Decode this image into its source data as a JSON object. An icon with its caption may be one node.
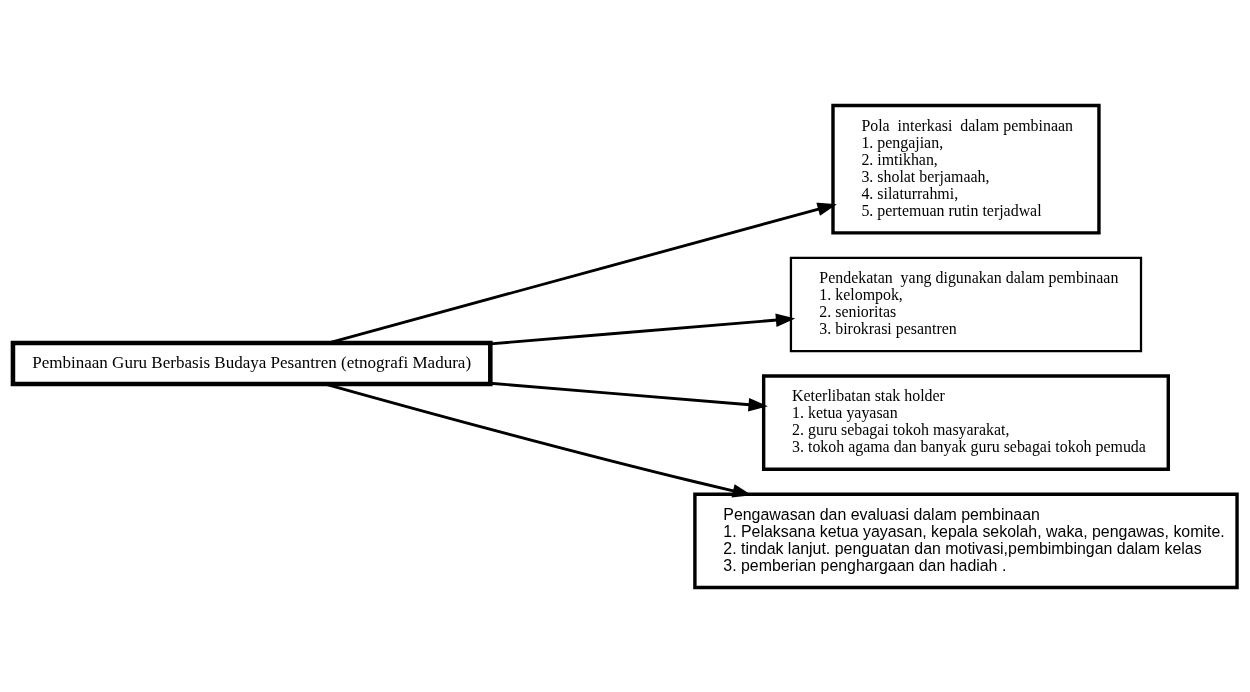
{
  "diagram": {
    "nodes": [
      {
        "text": [
          "Pembinaan Guru Berbasis Budaya Pesantren (etnografi Madura)"
        ]
      },
      {
        "text": [
          "Pola  interkasi  dalam pembinaan",
          "1. pengajian,",
          "2. imtikhan,",
          "3. sholat berjamaah,",
          "4. silaturrahmi,",
          "5. pertemuan rutin terjadwal"
        ]
      },
      {
        "text": [
          "Pendekatan  yang digunakan dalam pembinaan",
          "1. kelompok,",
          "2. senioritas",
          "3. birokrasi pesantren"
        ]
      },
      {
        "text": [
          "Keterlibatan stak holder",
          "1. ketua yayasan",
          "2. guru sebagai tokoh masyarakat,",
          "3. tokoh agama dan banyak guru sebagai tokoh pemuda"
        ]
      },
      {
        "text": [
          "Pengawasan dan evaluasi dalam pembinaan",
          "1. Pelaksana ketua yayasan, kepala sekolah, waka, pengawas, komite.",
          "2. tindak lanjut. penguatan dan motivasi,pembimbingan dalam kelas",
          "3. pemberian penghargaan dan hadiah ."
        ]
      }
    ],
    "edges": [
      {
        "from": 0,
        "to": 1,
        "arrow": "to"
      },
      {
        "from": 0,
        "to": 2,
        "arrow": "to"
      },
      {
        "from": 0,
        "to": 3,
        "arrow": "to"
      },
      {
        "from": 0,
        "to": 4,
        "arrow": "to"
      }
    ]
  }
}
